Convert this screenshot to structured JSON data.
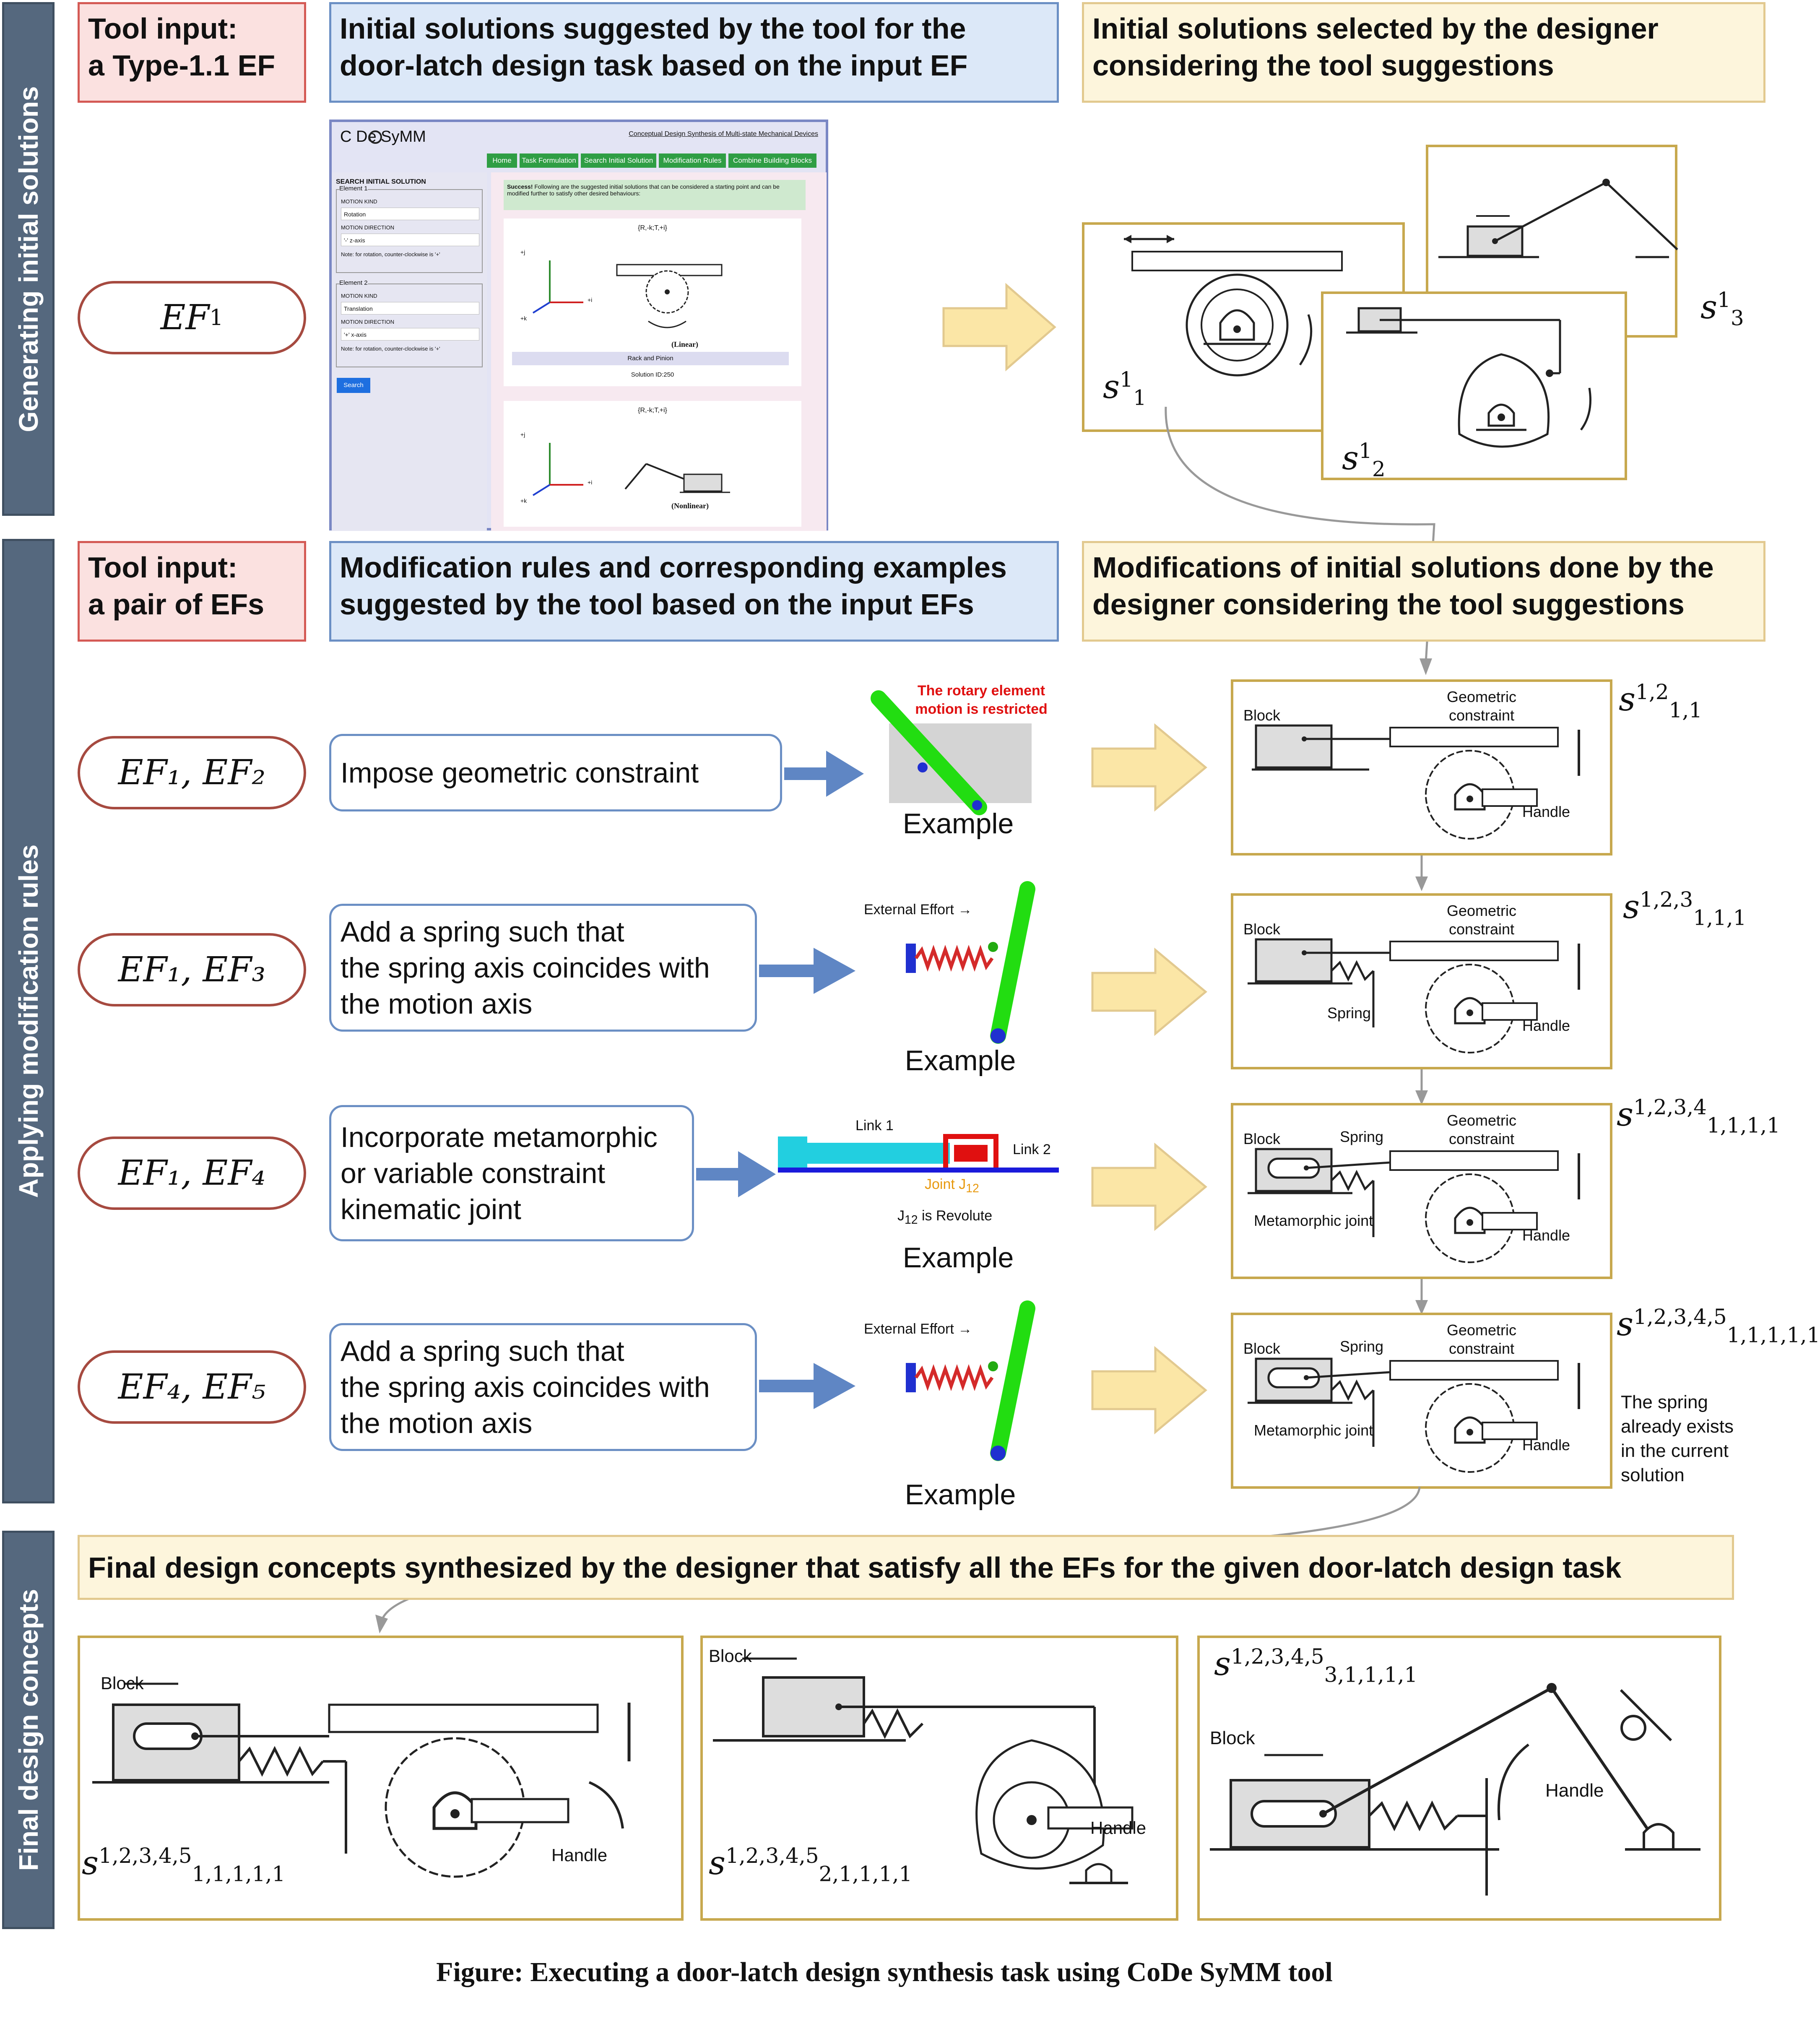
{
  "sidebars": {
    "generating": "Generating initial solutions",
    "applying": "Applying modification rules",
    "final": "Final design concepts"
  },
  "section1": {
    "tool_input": "Tool input:\na Type-1.1 EF",
    "initial_suggested": "Initial solutions suggested by the tool for the\ndoor-latch design task based on the input EF",
    "initial_selected": "Initial solutions selected by the designer\nconsidering the tool suggestions",
    "ef_label": "EF",
    "ef_sub": "1",
    "solutions": [
      {
        "sym": "s",
        "sup": "1",
        "sub": "1"
      },
      {
        "sym": "s",
        "sup": "1",
        "sub": "2"
      },
      {
        "sym": "s",
        "sup": "1",
        "sub": "3"
      }
    ]
  },
  "tool_window": {
    "brand": "C  De SyMM",
    "subtitle": "Conceptual Design Synthesis of Multi-state Mechanical Devices",
    "nav": [
      "Home",
      "Task Formulation",
      "Search Initial Solution",
      "Modification Rules",
      "Combine Building Blocks"
    ],
    "search_heading": "SEARCH INITIAL SOLUTION",
    "element1": "Element 1",
    "element2": "Element 2",
    "motion_kind": "MOTION KIND",
    "motion_direction": "MOTION DIRECTION",
    "e1_kind": "Rotation",
    "e1_dir": "'-' z-axis",
    "e2_kind": "Translation",
    "e2_dir": "'+' x-axis",
    "note": "Note: for rotation, counter-clockwise is '+'",
    "search_button": "Search",
    "success_bold": "Success!",
    "success_text": "Following are the suggested initial solutions that can be considered a starting point and can be modified further to satisfy other desired behaviours:",
    "card1_code": "{R,-k;T,+i}",
    "card1_tag": "(Linear)",
    "card1_name": "Rack and Pinion",
    "card1_id": "Solution ID:250",
    "card2_code": "{R,-k;T,+i}",
    "card2_tag": "(Nonlinear)",
    "axis_i": "+i",
    "axis_j": "+j",
    "axis_k": "+k"
  },
  "section2": {
    "tool_input": "Tool input:\na pair of EFs",
    "rules_header": "Modification rules and corresponding examples\nsuggested by the tool based on the input EFs",
    "mods_header": "Modifications of initial solutions done by the\ndesigner considering the tool suggestions",
    "rows": [
      {
        "ef": "EF₁, EF₂",
        "rule": "Impose geometric constraint",
        "example": "Example",
        "sol_sup": "1,2",
        "sol_sub": "1,1"
      },
      {
        "ef": "EF₁, EF₃",
        "rule": "Add a spring such that\nthe spring axis coincides with\nthe motion axis",
        "example": "Example",
        "sol_sup": "1,2,3",
        "sol_sub": "1,1,1"
      },
      {
        "ef": "EF₁, EF₄",
        "rule": "Incorporate metamorphic\nor variable constraint\nkinematic joint",
        "example": "Example",
        "sol_sup": "1,2,3,4",
        "sol_sub": "1,1,1,1"
      },
      {
        "ef": "EF₄, EF₅",
        "rule": "Add a spring such that\nthe spring axis coincides with\nthe motion axis",
        "example": "Example",
        "sol_sup": "1,2,3,4,5",
        "sol_sub": "1,1,1,1,1"
      }
    ],
    "example_texts": {
      "restricted": "The rotary element\nmotion is restricted",
      "external_effort": "External Effort →",
      "link1": "Link 1",
      "link2": "Link 2",
      "joint": "Joint J",
      "joint_sub": "12",
      "revolute": "is Revolute",
      "j12": "J",
      "j12_sub": "12"
    },
    "labels": {
      "block": "Block",
      "geometric": "Geometric\nconstraint",
      "handle": "Handle",
      "spring": "Spring",
      "metamorphic": "Metamorphic joint"
    },
    "spring_note": "The spring\nalready exists\nin the current\nsolution"
  },
  "section3": {
    "header": "Final design concepts synthesized by the designer that satisfy all the EFs for the given door-latch design task",
    "concepts": [
      {
        "sup": "1,2,3,4,5",
        "sub": "1,1,1,1,1"
      },
      {
        "sup": "1,2,3,4,5",
        "sub": "2,1,1,1,1"
      },
      {
        "sup": "1,2,3,4,5",
        "sub": "3,1,1,1,1"
      }
    ],
    "labels": {
      "block": "Block",
      "handle": "Handle"
    }
  },
  "caption": "Figure: Executing a door-latch design synthesis task using CoDe SyMM tool",
  "colors": {
    "sidebar": "#55687e",
    "red_border": "#d45a55",
    "blue_border": "#6b8fc4",
    "yellow_border": "#e2c98f",
    "solution_border": "#c7a84e",
    "arrow_blue": "#5f86c4",
    "arrow_yellow": "#fbe6a6",
    "green_rod": "#22dd11",
    "spring_red": "#d42a2a"
  }
}
